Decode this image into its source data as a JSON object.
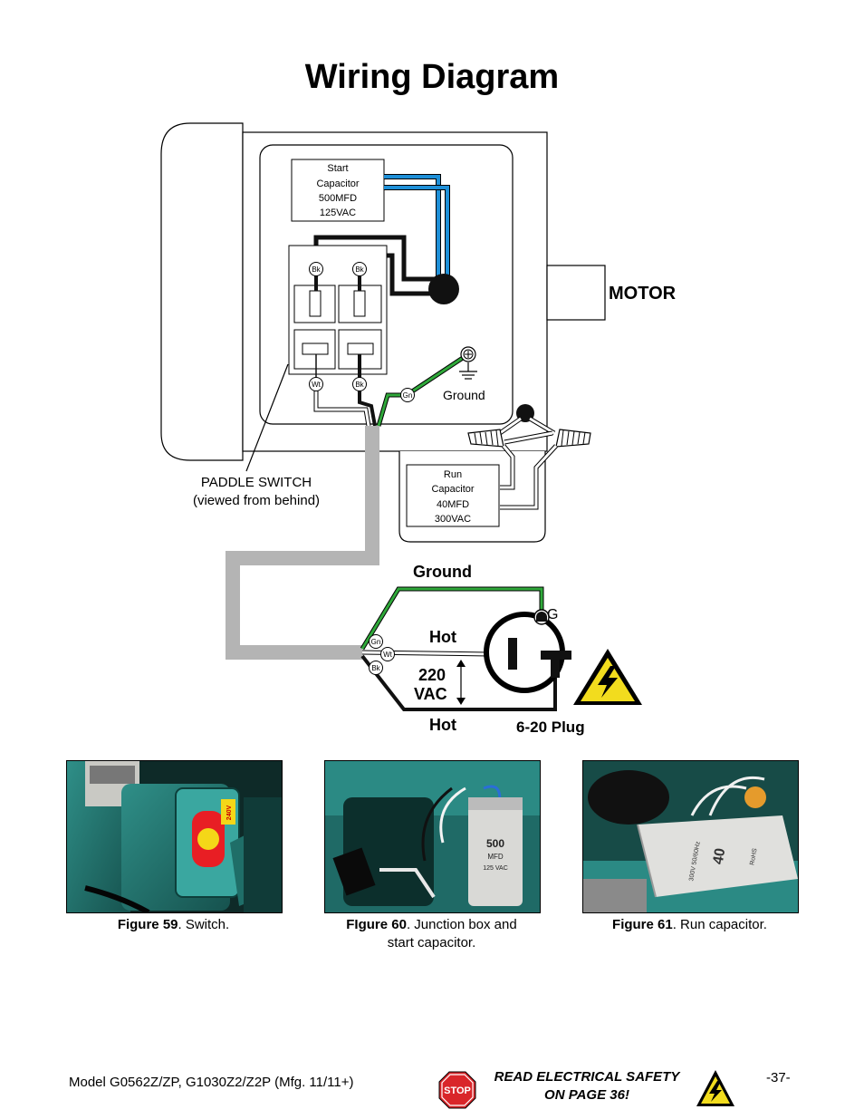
{
  "page": {
    "title": "Wiring Diagram",
    "page_number": "-37-",
    "model_line": "Model G0562Z/ZP, G1030Z2/Z2P (Mfg. 11/11+)",
    "safety_line1": "READ ELECTRICAL SAFETY",
    "safety_line2": "ON PAGE 36!",
    "stop_sign": "STOP"
  },
  "diagram": {
    "start_capacitor": [
      "Start",
      "Capacitor",
      "500MFD",
      "125VAC"
    ],
    "run_capacitor": [
      "Run",
      "Capacitor",
      "40MFD",
      "300VAC"
    ],
    "motor_label": "MOTOR",
    "ground_label_box": "Ground",
    "paddle_switch_line1": "PADDLE SWITCH",
    "paddle_switch_line2": "(viewed from behind)",
    "ground_label": "Ground",
    "hot_upper": "Hot",
    "hot_lower": "Hot",
    "voltage_line1": "220",
    "voltage_line2": "VAC",
    "plug_label": "6-20 Plug",
    "plug_g": "G",
    "terminals": {
      "bk": "Bk",
      "wt": "Wt",
      "gn": "Gn"
    },
    "wire_colors": {
      "black": "#111111",
      "white": "#ffffff",
      "green": "#2fa83a",
      "blue": "#1e90d8",
      "cord": "#b4b4b4"
    }
  },
  "figures": [
    {
      "label": "Figure 59",
      "text": ". Switch.",
      "text2": ""
    },
    {
      "label": "FIgure 60",
      "text": ". Junction box and",
      "text2": "start capacitor."
    },
    {
      "label": "Figure 61",
      "text": ". Run capacitor.",
      "text2": ""
    }
  ],
  "photo_text": {
    "switch_badge": "240V",
    "cap_large": "500",
    "cap_small": "MFD",
    "cap_voltage": "125 VAC",
    "run_cap_value": "40",
    "run_cap_rating": "300V 50/60Hz",
    "run_cap_rohs": "RoHS"
  }
}
